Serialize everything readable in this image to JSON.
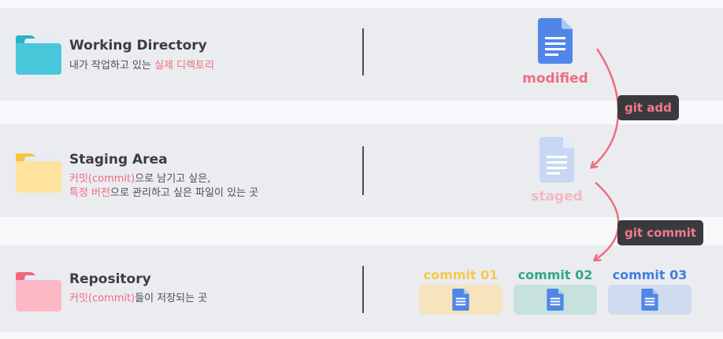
{
  "colors": {
    "band": "#ebecef",
    "background": "#f7f8fa",
    "accent": "#ef6c80",
    "doc_blue": "#4f86e8",
    "tag_bg": "#3a3a3e"
  },
  "rows": [
    {
      "title": "Working Directory",
      "sub_lines": [
        [
          {
            "t": "내가 작업하고 있는 ",
            "hl": false
          },
          {
            "t": "실제 디렉토리",
            "hl": true
          }
        ]
      ],
      "folder_color": "#49c8dc",
      "folder_tab": "#29b2c9",
      "icon": "folder-cyan-icon"
    },
    {
      "title": "Staging Area",
      "sub_lines": [
        [
          {
            "t": "커밋(commit)",
            "hl": true
          },
          {
            "t": "으로 남기고 싶은,",
            "hl": false
          }
        ],
        [
          {
            "t": "특정 버전",
            "hl": true
          },
          {
            "t": "으로 관리하고 싶은 파일이 있는 곳",
            "hl": false
          }
        ]
      ],
      "folder_color": "#fde39d",
      "folder_tab": "#fac443",
      "icon": "folder-yellow-icon"
    },
    {
      "title": "Repository",
      "sub_lines": [
        [
          {
            "t": "커밋(commit)",
            "hl": true
          },
          {
            "t": "들이 저장되는 곳",
            "hl": false
          }
        ]
      ],
      "folder_color": "#fdb8c6",
      "folder_tab": "#f2667c",
      "icon": "folder-pink-icon"
    }
  ],
  "docs": {
    "modified": {
      "label": "modified",
      "color": "#ef6c80"
    },
    "staged": {
      "label": "staged",
      "color": "#f5b8c3"
    }
  },
  "arrows": {
    "git_add": "git add",
    "git_commit": "git commit"
  },
  "commits": [
    {
      "label": "commit 01",
      "text_color": "#f6c94e",
      "box_color": "#f5e4be"
    },
    {
      "label": "commit 02",
      "text_color": "#2fa888",
      "box_color": "#c7e2dc"
    },
    {
      "label": "commit 03",
      "text_color": "#3f7ee0",
      "box_color": "#cfdcef"
    }
  ]
}
